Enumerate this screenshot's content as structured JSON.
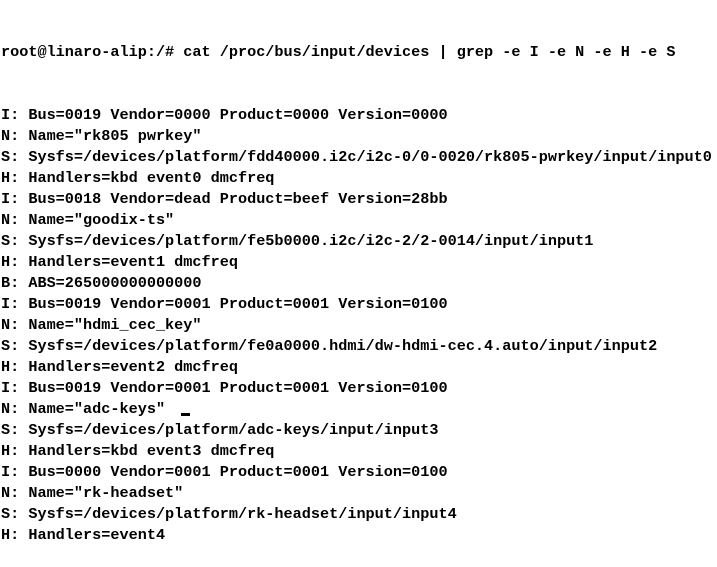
{
  "terminal": {
    "prompt": "root@linaro-alip:/# ",
    "command": "cat /proc/bus/input/devices | grep -e I -e N -e H -e S",
    "output": [
      "I: Bus=0019 Vendor=0000 Product=0000 Version=0000",
      "N: Name=\"rk805 pwrkey\"",
      "S: Sysfs=/devices/platform/fdd40000.i2c/i2c-0/0-0020/rk805-pwrkey/input/input0",
      "H: Handlers=kbd event0 dmcfreq",
      "I: Bus=0018 Vendor=dead Product=beef Version=28bb",
      "N: Name=\"goodix-ts\"",
      "S: Sysfs=/devices/platform/fe5b0000.i2c/i2c-2/2-0014/input/input1",
      "H: Handlers=event1 dmcfreq",
      "B: ABS=265000000000000",
      "I: Bus=0019 Vendor=0001 Product=0001 Version=0100",
      "N: Name=\"hdmi_cec_key\"",
      "S: Sysfs=/devices/platform/fe0a0000.hdmi/dw-hdmi-cec.4.auto/input/input2",
      "H: Handlers=event2 dmcfreq",
      "I: Bus=0019 Vendor=0001 Product=0001 Version=0100",
      "N: Name=\"adc-keys\"",
      "S: Sysfs=/devices/platform/adc-keys/input/input3",
      "H: Handlers=kbd event3 dmcfreq",
      "I: Bus=0000 Vendor=0001 Product=0001 Version=0100",
      "N: Name=\"rk-headset\"",
      "S: Sysfs=/devices/platform/rk-headset/input/input4",
      "H: Handlers=event4"
    ]
  }
}
